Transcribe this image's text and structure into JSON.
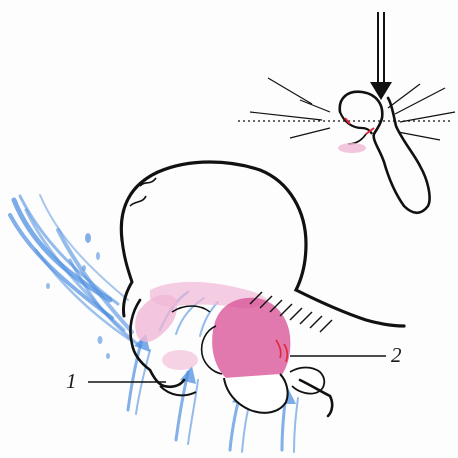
{
  "callouts": [
    {
      "id": "1",
      "text": "1"
    },
    {
      "id": "2",
      "text": "2"
    }
  ],
  "colors": {
    "outline": "#111111",
    "water_blue": "#4f8fe0",
    "tissue_pink": "#d9569a",
    "tissue_light": "#f0b8d6",
    "accent_red": "#e0283a",
    "bone": "#ffffff"
  }
}
